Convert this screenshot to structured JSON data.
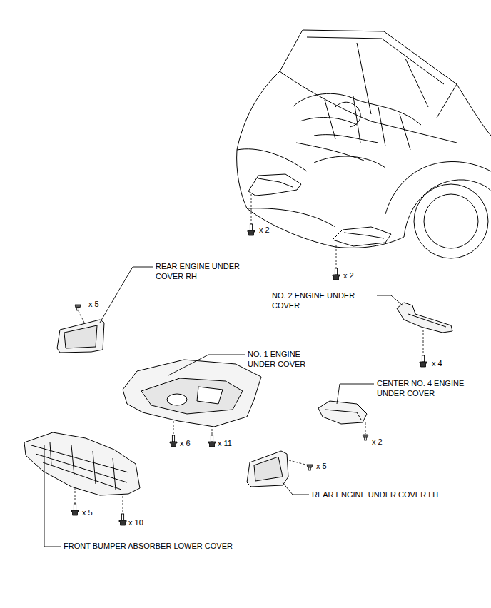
{
  "diagram": {
    "labels": [
      "x 2",
      "x 2",
      "REAR ENGINE UNDER COVER RH",
      "x 5",
      "NO. 2 ENGINE UNDER COVER",
      "NO. 1 ENGINE UNDER COVER",
      "x 4",
      "CENTER NO. 4 ENGINE UNDER COVER",
      "x 6",
      "x 11",
      "x 2",
      "x 5",
      "REAR ENGINE UNDER COVER LH",
      "x 5",
      "x 10",
      "FRONT BUMPER ABSORBER LOWER COVER"
    ]
  }
}
